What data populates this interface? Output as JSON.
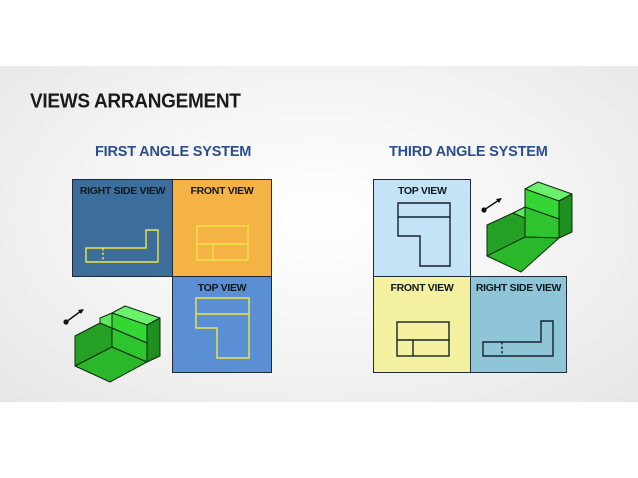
{
  "title": "VIEWS ARRANGEMENT",
  "first_angle": {
    "title": "FIRST ANGLE SYSTEM",
    "views": {
      "right_side": "RIGHT SIDE VIEW",
      "front": "FRONT VIEW",
      "top": "TOP VIEW"
    }
  },
  "third_angle": {
    "title": "THIRD ANGLE SYSTEM",
    "views": {
      "top": "TOP VIEW",
      "front": "FRONT VIEW",
      "right_side": "RIGHT SIDE VIEW"
    }
  },
  "colors": {
    "first_right_side_bg": "#3d6d9b",
    "first_front_bg": "#f5b345",
    "first_top_bg": "#5b8fd4",
    "third_top_bg": "#c5e3f6",
    "third_front_bg": "#f3f0a0",
    "third_right_side_bg": "#8ec6d8",
    "block_green": "#33d633",
    "line_yellow": "#f0e640",
    "title_blue": "#2b4f8c"
  },
  "icons": [
    "isometric-block-icon",
    "viewing-direction-arrow-icon"
  ]
}
